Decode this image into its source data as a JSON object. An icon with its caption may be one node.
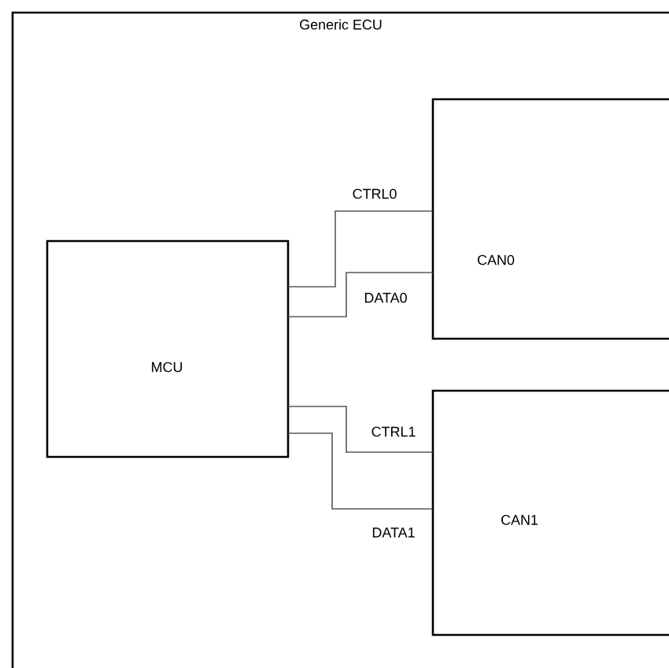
{
  "diagram": {
    "nodes": [
      {
        "text": [
          "Generic ECU"
        ]
      },
      {
        "text": [
          "MCU"
        ],
        "in": 0
      },
      {
        "text": [
          "CAN0"
        ],
        "in": 0
      },
      {
        "text": [
          "CAN1"
        ],
        "in": 0
      }
    ],
    "edges": [
      {
        "from": 1,
        "to": 2,
        "arrow": "none",
        "label": "CTRL0"
      },
      {
        "from": 1,
        "to": 2,
        "arrow": "none",
        "label": "DATA0"
      },
      {
        "from": 1,
        "to": 3,
        "arrow": "none",
        "label": "CTRL1"
      },
      {
        "from": 1,
        "to": 3,
        "arrow": "none",
        "label": "DATA1"
      }
    ]
  }
}
